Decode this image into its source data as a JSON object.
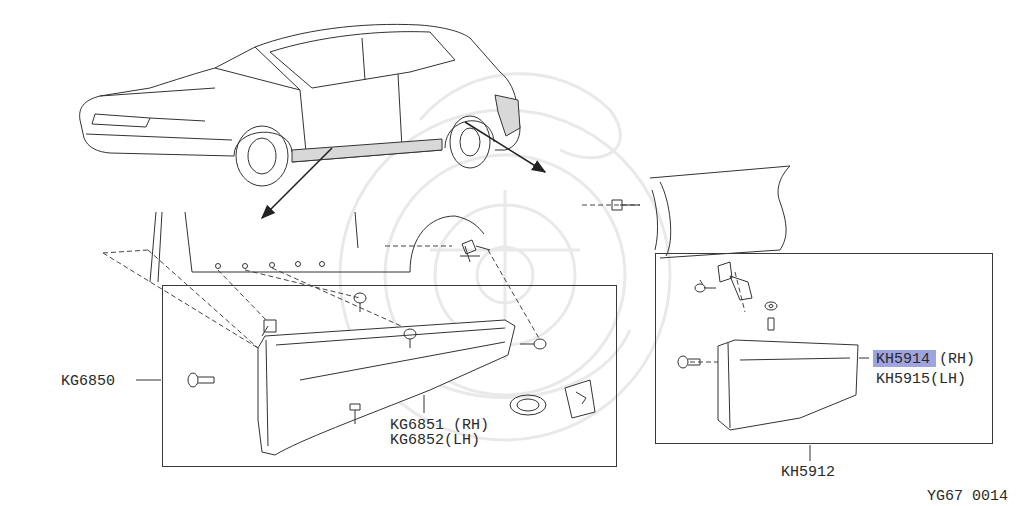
{
  "diagram": {
    "nodes": [
      {
        "text": [
          "KG6850",
          "KG6851 (RH)",
          "KG6852(LH)"
        ]
      },
      {
        "text": [
          "KH5912",
          "KH5914 (RH)",
          "KH5915(LH)"
        ]
      }
    ],
    "labels": [
      "YG67 0014"
    ]
  }
}
